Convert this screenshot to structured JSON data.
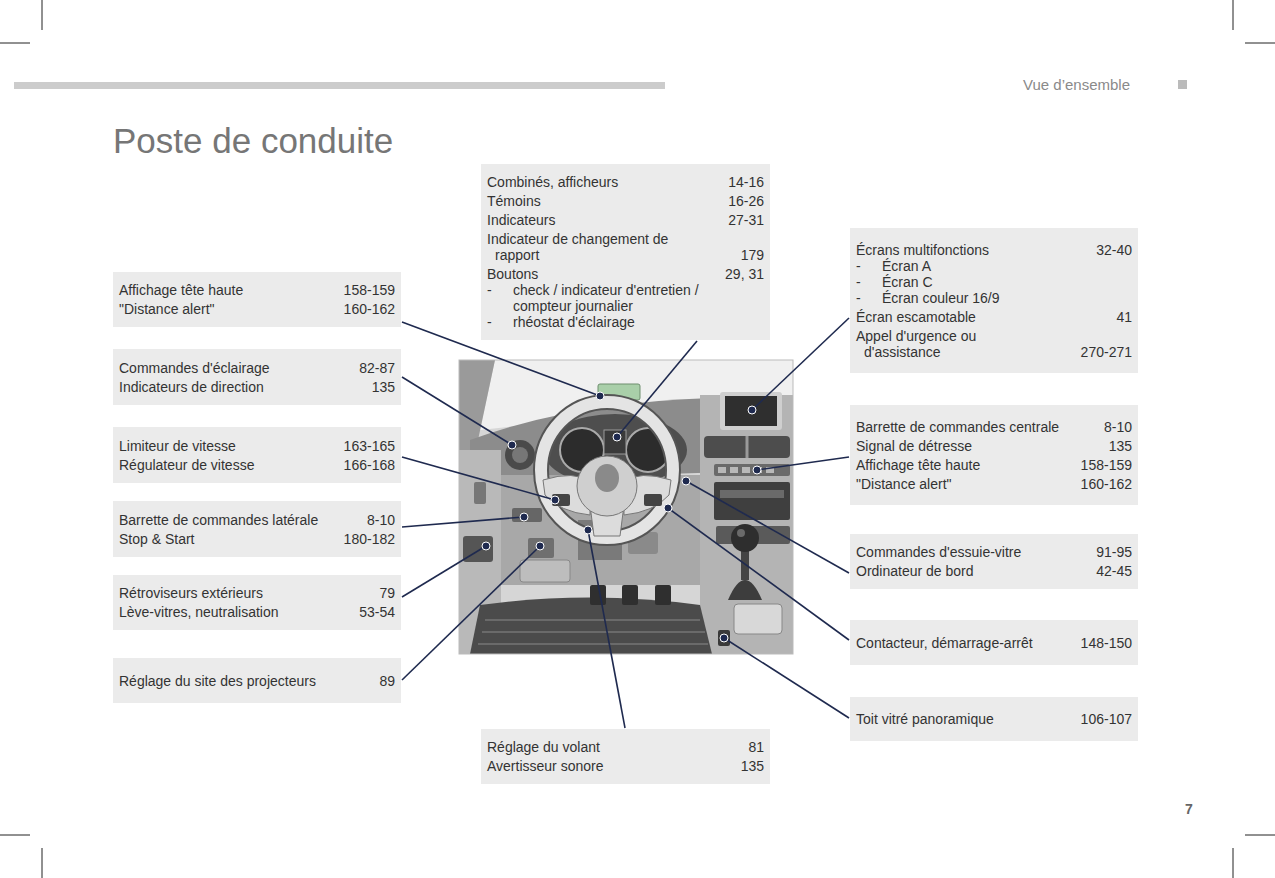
{
  "diagram": {
    "title": "Poste de conduite",
    "nodes": [
      {
        "text": [
          "Combinés, afficheurs",
          "14-16",
          "Témoins",
          "16-26",
          "Indicateurs",
          "27-31",
          "Indicateur de changement de rapport",
          "179",
          "Boutons",
          "29, 31",
          "-",
          "check / indicateur d'entretien / compteur journalier",
          "-",
          "rhéostat d'éclairage"
        ]
      },
      {
        "text": [
          "Affichage tête haute",
          "158-159",
          "\"Distance alert\"",
          "160-162"
        ]
      },
      {
        "text": [
          "Commandes d'éclairage",
          "82-87",
          "Indicateurs de direction",
          "135"
        ]
      },
      {
        "text": [
          "Limiteur de vitesse",
          "163-165",
          "Régulateur de vitesse",
          "166-168"
        ]
      },
      {
        "text": [
          "Barrette de commandes latérale",
          "8-10",
          "Stop & Start",
          "180-182"
        ]
      },
      {
        "text": [
          "Rétroviseurs extérieurs",
          "79",
          "Lève-vitres, neutralisation",
          "53-54"
        ]
      },
      {
        "text": [
          "Réglage du site des projecteurs",
          "89"
        ]
      },
      {
        "text": [
          "Écrans multifonctions",
          "32-40",
          "-",
          "Écran A",
          "-",
          "Écran C",
          "-",
          "Écran couleur 16/9",
          "Écran escamotable",
          "41",
          "Appel d'urgence ou d'assistance",
          "270-271"
        ]
      },
      {
        "text": [
          "Barrette de commandes centrale",
          "8-10",
          "Signal de détresse",
          "135",
          "Affichage tête haute",
          "158-159",
          "\"Distance alert\"",
          "160-162"
        ]
      },
      {
        "text": [
          "Commandes d'essuie-vitre",
          "91-95",
          "Ordinateur de bord",
          "42-45"
        ]
      },
      {
        "text": [
          "Contacteur, démarrage-arrêt",
          "148-150"
        ]
      },
      {
        "text": [
          "Toit vitré panoramique",
          "106-107"
        ]
      },
      {
        "text": [
          "Réglage du volant",
          "81",
          "Avertisseur sonore",
          "135"
        ]
      }
    ],
    "labels": [
      "Vue d’ensemble",
      "7"
    ]
  }
}
